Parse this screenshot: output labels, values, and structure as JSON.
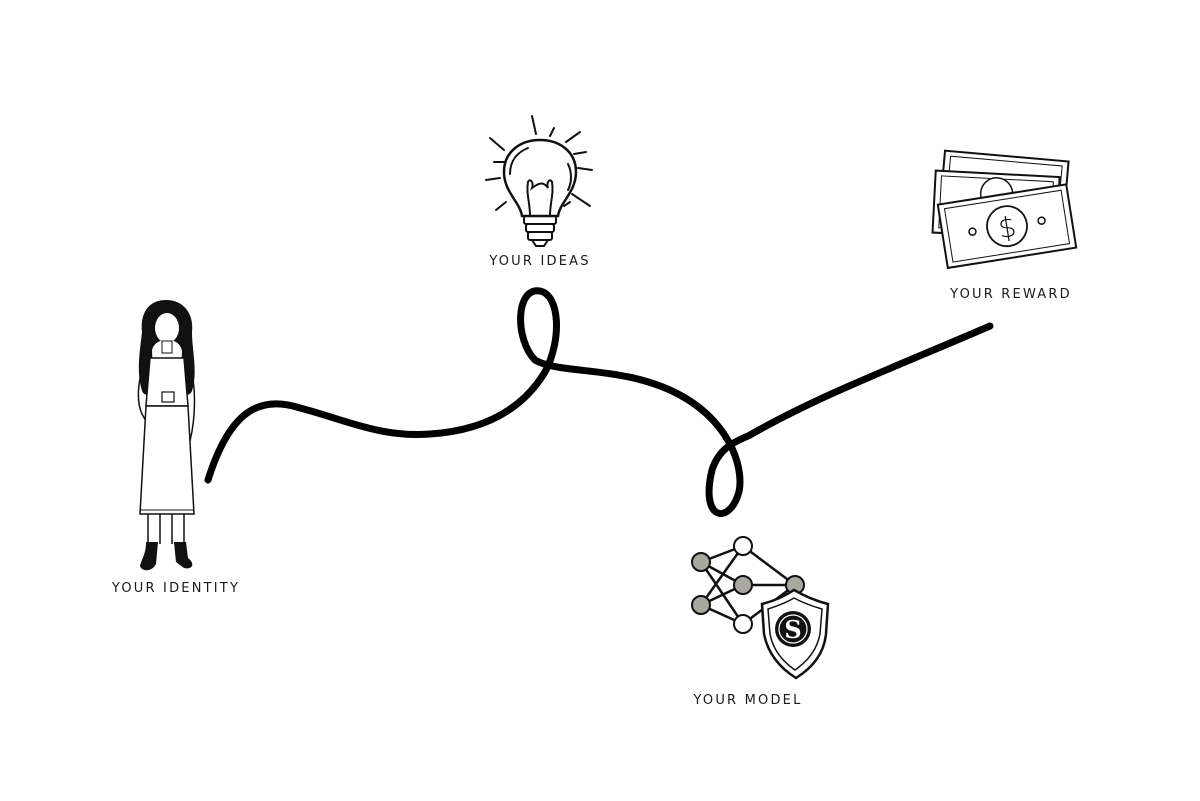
{
  "stages": [
    {
      "id": "identity",
      "label": "YOUR IDENTITY",
      "icon": "woman-figure-icon"
    },
    {
      "id": "ideas",
      "label": "YOUR IDEAS",
      "icon": "lightbulb-icon"
    },
    {
      "id": "model",
      "label": "YOUR MODEL",
      "icon": "neural-network-shield-icon"
    },
    {
      "id": "reward",
      "label": "YOUR REWARD",
      "icon": "dollar-bills-icon"
    }
  ],
  "colors": {
    "ink": "#000000",
    "node_fill": "#a8a8a0",
    "background": "#ffffff"
  }
}
